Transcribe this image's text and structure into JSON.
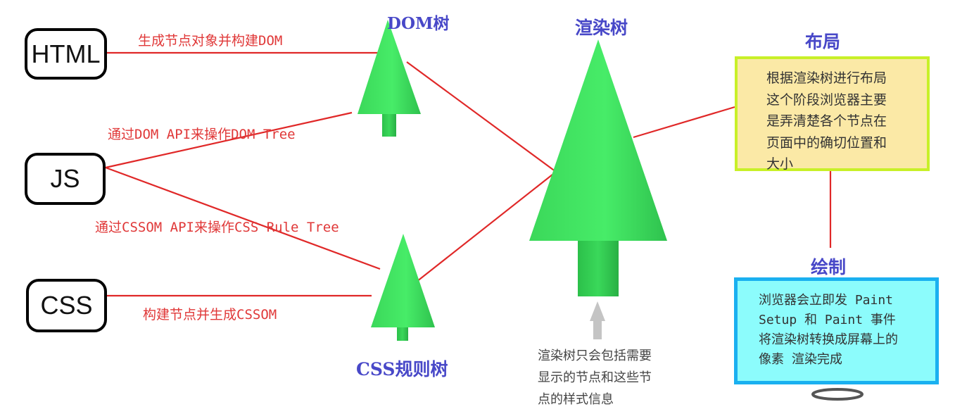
{
  "sources": {
    "html": "HTML",
    "js": "JS",
    "css": "CSS"
  },
  "edges": {
    "html_to_dom": "生成节点对象并构建DOM",
    "js_to_dom": "通过DOM API来操作DOM Tree",
    "js_to_cssom": "通过CSSOM API来操作CSS Rule Tree",
    "css_to_cssom": "构建节点并生成CSSOM"
  },
  "trees": {
    "dom": "DOM树",
    "render": "渲染树",
    "cssom": "CSS规则树"
  },
  "render_note": [
    "渲染树只会包括需要",
    "显示的节点和这些节",
    "点的样式信息"
  ],
  "layout": {
    "title": "布局",
    "lines": [
      "根据渲染树进行布局",
      "这个阶段浏览器主要",
      "是弄清楚各个节点在",
      "页面中的确切位置和",
      "大小"
    ]
  },
  "paint": {
    "title": "绘制",
    "lines": [
      "浏览器会立即发 Paint",
      "Setup 和 Paint 事件",
      "将渲染树转换成屏幕上的",
      "像素 渲染完成"
    ]
  },
  "colors": {
    "connector": "#e02828",
    "tree": "#3ee060",
    "trunk": "#2ecc4c",
    "title": "#4848c8",
    "layout_fill": "#fbe9a6",
    "layout_border": "#c8f028",
    "paint_fill": "#8cfcfc",
    "paint_border": "#1ab0f0"
  }
}
